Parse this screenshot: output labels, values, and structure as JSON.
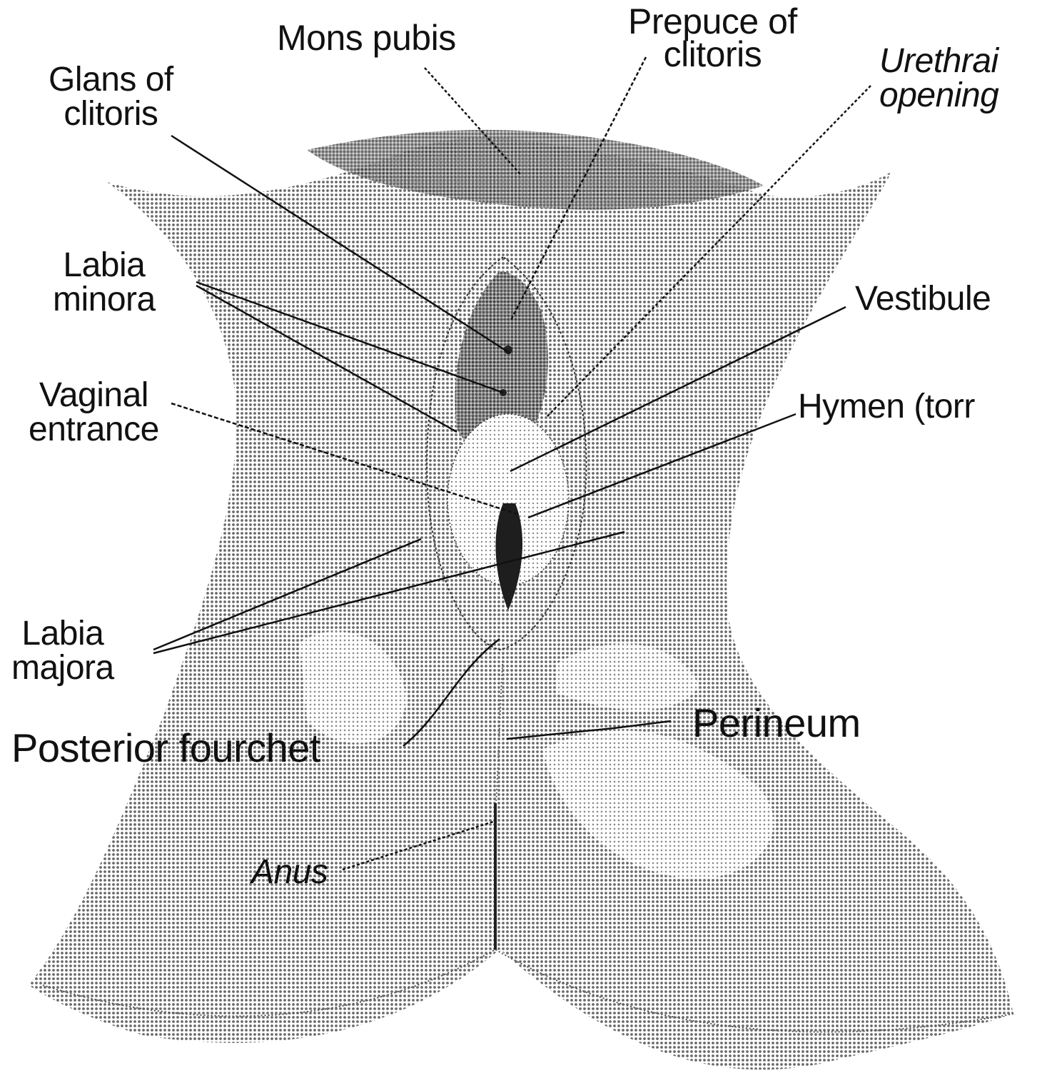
{
  "figure": {
    "ink_color": "#111111",
    "skin_tone": "#9a9a9a",
    "background": "#ffffff"
  },
  "labels": {
    "mons_pubis": "Mons pubis",
    "prepuce_line1": "Prepuce of",
    "prepuce_line2": "clitoris",
    "urethral_line1": "Urethrai",
    "urethral_line2": "opening",
    "glans_line1": "Glans of",
    "glans_line2": "clitoris",
    "labia_minora_line1": "Labia",
    "labia_minora_line2": "minora",
    "vestibule": "Vestibule",
    "vaginal_line1": "Vaginal",
    "vaginal_line2": "entrance",
    "hymen": "Hymen (torr",
    "labia_majora_line1": "Labia",
    "labia_majora_line2": "majora",
    "posterior_fourchet": "Posterior fourchet",
    "perineum": "Perineum",
    "anus": "Anus"
  }
}
